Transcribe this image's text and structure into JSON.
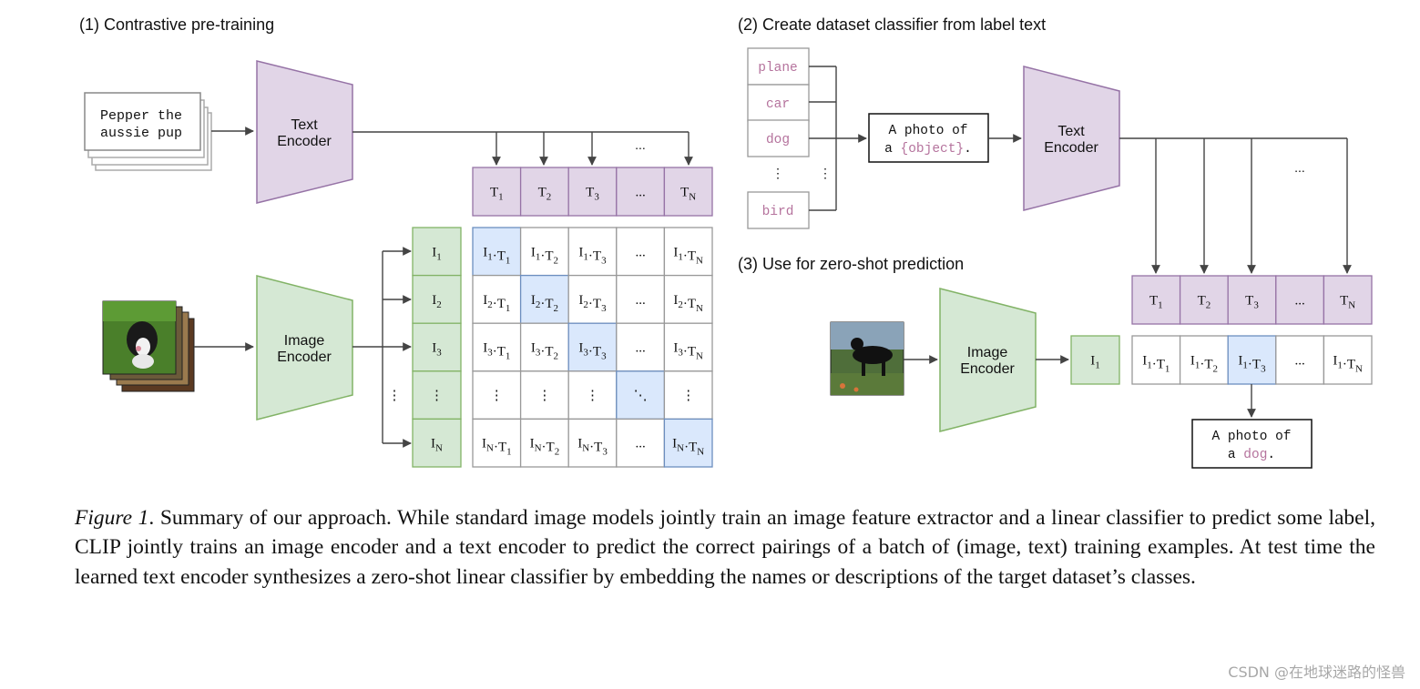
{
  "section1": {
    "title": "(1) Contrastive pre-training"
  },
  "section2": {
    "title": "(2) Create dataset classifier from label text"
  },
  "section3": {
    "title": "(3) Use for zero-shot prediction"
  },
  "encoders": {
    "text_line1": "Text",
    "text_line2": "Encoder",
    "image_line1": "Image",
    "image_line2": "Encoder"
  },
  "pretrain_text": {
    "line1": "Pepper the",
    "line2": "aussie pup"
  },
  "labels": [
    "plane",
    "car",
    "dog",
    "bird"
  ],
  "template": {
    "prefix1": "A photo of",
    "prefix2": "a ",
    "object": "{object}",
    "suffix": "."
  },
  "prediction": {
    "prefix1": "A photo of",
    "prefix2": "a ",
    "object": "dog",
    "suffix": "."
  },
  "text_embeddings": [
    "T1",
    "T2",
    "T3",
    "...",
    "TN"
  ],
  "image_embeddings": [
    "I1",
    "I2",
    "I3",
    "⋮",
    "IN"
  ],
  "zero_shot_row": [
    "I1·T1",
    "I1·T2",
    "I1·T3",
    "...",
    "I1·TN"
  ],
  "colors": {
    "purple_fill": "#e1d5e7",
    "purple_stroke": "#9673a6",
    "green_fill": "#d5e8d4",
    "green_stroke": "#82b366",
    "blue_fill": "#dae8fc",
    "blue_stroke": "#6c8ebf",
    "label_text": "#b5739d"
  },
  "caption": {
    "label": "Figure 1",
    "text": ". Summary of our approach. While standard image models jointly train an image feature extractor and a linear classifier to predict some label, CLIP jointly trains an image encoder and a text encoder to predict the correct pairings of a batch of (image, text) training examples. At test time the learned text encoder synthesizes a zero-shot linear classifier by embedding the names or descriptions of the target dataset’s classes."
  },
  "watermark": "CSDN @在地球迷路的怪兽"
}
